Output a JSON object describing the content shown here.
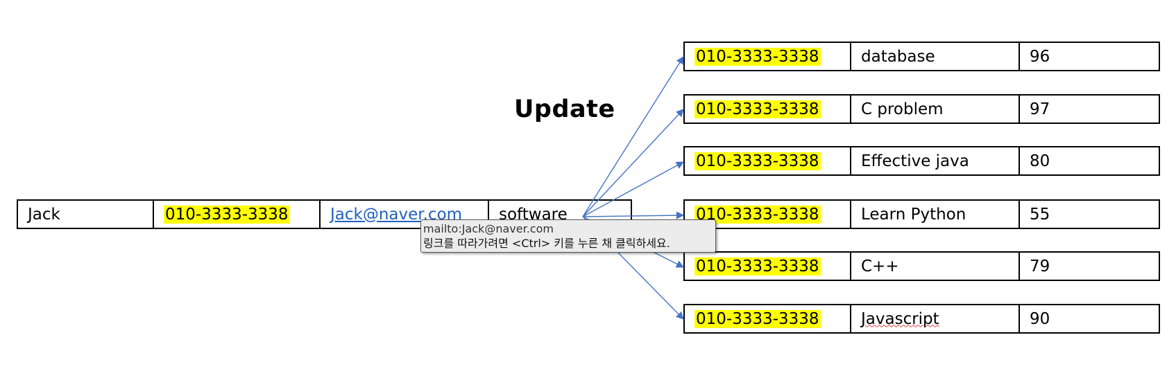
{
  "title": "Update",
  "source_row": {
    "name": "Jack",
    "phone": "010-3333-3338",
    "email": "Jack@naver.com",
    "department": "software"
  },
  "target_rows": [
    {
      "phone": "010-3333-3338",
      "book": "database",
      "score": "96"
    },
    {
      "phone": "010-3333-3338",
      "book": "C problem",
      "score": "97"
    },
    {
      "phone": "010-3333-3338",
      "book": "Effective java",
      "score": "80"
    },
    {
      "phone": "010-3333-3338",
      "book": "Learn Python",
      "score": "55"
    },
    {
      "phone": "010-3333-3338",
      "book": "C++",
      "score": "79"
    },
    {
      "phone": "010-3333-3338",
      "book": "Javascript",
      "score": "90"
    }
  ],
  "tooltip": {
    "url": "mailto:Jack@naver.com",
    "message": "링크를 따라가려면 <Ctrl> 키를 누른 채 클릭하세요."
  },
  "colors": {
    "highlight": "#ffff00",
    "arrow": "#4472c4",
    "link": "#1f5fbf"
  }
}
